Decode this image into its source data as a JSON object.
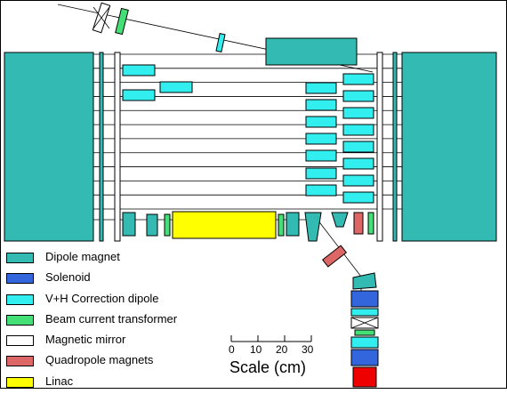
{
  "legend": {
    "items": [
      {
        "label": "Dipole magnet",
        "color": "#33BBB3"
      },
      {
        "label": "Solenoid",
        "color": "#3366DD"
      },
      {
        "label": "V+H Correction dipole",
        "color": "#33EEEE"
      },
      {
        "label": "Beam current transformer",
        "color": "#44E077"
      },
      {
        "label": "Magnetic mirror",
        "color": "#FFFFFF"
      },
      {
        "label": "Quadropole magnets",
        "color": "#DD6666"
      },
      {
        "label": "Linac",
        "color": "#FFFF00"
      }
    ]
  },
  "scale": {
    "title": "Scale (cm)",
    "ticks": [
      "0",
      "10",
      "20",
      "30"
    ]
  },
  "colors": {
    "dipole": "#33BBB3",
    "solenoid": "#3366DD",
    "correction": "#33EEEE",
    "transformer": "#44E077",
    "mirror": "#FFFFFF",
    "quadrupole": "#DD6666",
    "linac": "#FFFF00",
    "target": "#EE0000",
    "line": "#000000"
  }
}
